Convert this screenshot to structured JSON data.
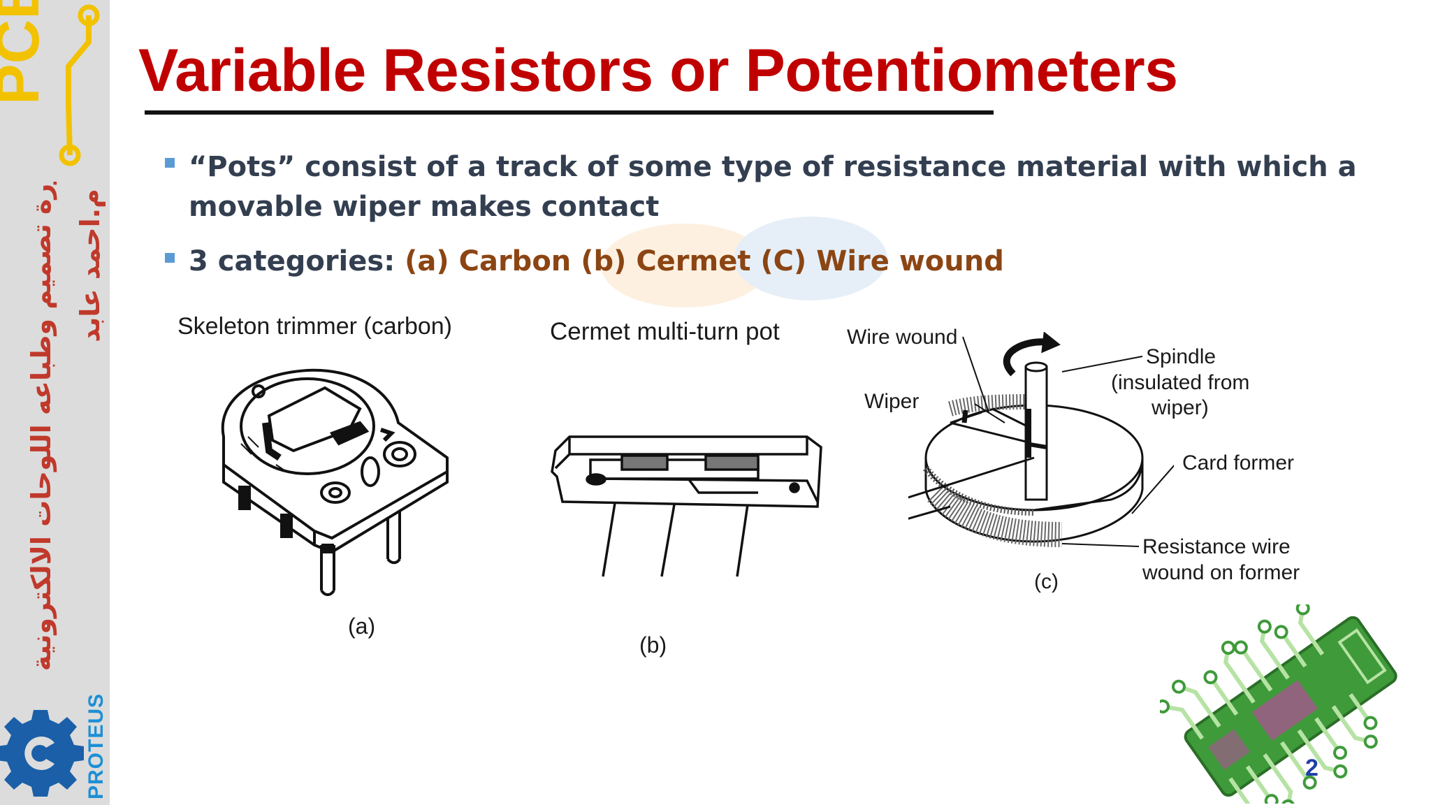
{
  "sidebar": {
    "logo_text": "PCB",
    "arabic_course": "دورة تصميم وطباعه اللوحات الالكترونية",
    "arabic_author": "م.احمد عابد",
    "proteus_text": "PROTEUS"
  },
  "slide": {
    "title": "Variable Resistors or Potentiometers",
    "bullet1_line1": "“Pots” consist of a track of some type of resistance material with which a",
    "bullet1_line2": "movable wiper makes contact",
    "bullet2_prefix": "3 categories: ",
    "bullet2_categories": "(a) Carbon (b) Cermet (C) Wire wound",
    "page_number": "2"
  },
  "figures": {
    "a": {
      "caption_top": "Skeleton trimmer (carbon)",
      "label": "(a)"
    },
    "b": {
      "caption_top": "Cermet multi-turn pot",
      "label": "(b)"
    },
    "c": {
      "label": "(c)",
      "wire_wound": "Wire wound",
      "wiper": "Wiper",
      "spindle_1": "Spindle",
      "spindle_2": "(insulated from",
      "spindle_3": "wiper)",
      "card_former": "Card former",
      "resistance_1": "Resistance wire",
      "resistance_2": "wound on former"
    }
  },
  "colors": {
    "title": "#c00000",
    "body_text": "#333f50",
    "categories": "#8b4513",
    "bullet": "#5b9bd5",
    "logo_yellow": "#f2c200",
    "arabic_red": "#c0392b",
    "gear_blue": "#1a5fa8",
    "pcb_green": "#3f9a3a"
  }
}
